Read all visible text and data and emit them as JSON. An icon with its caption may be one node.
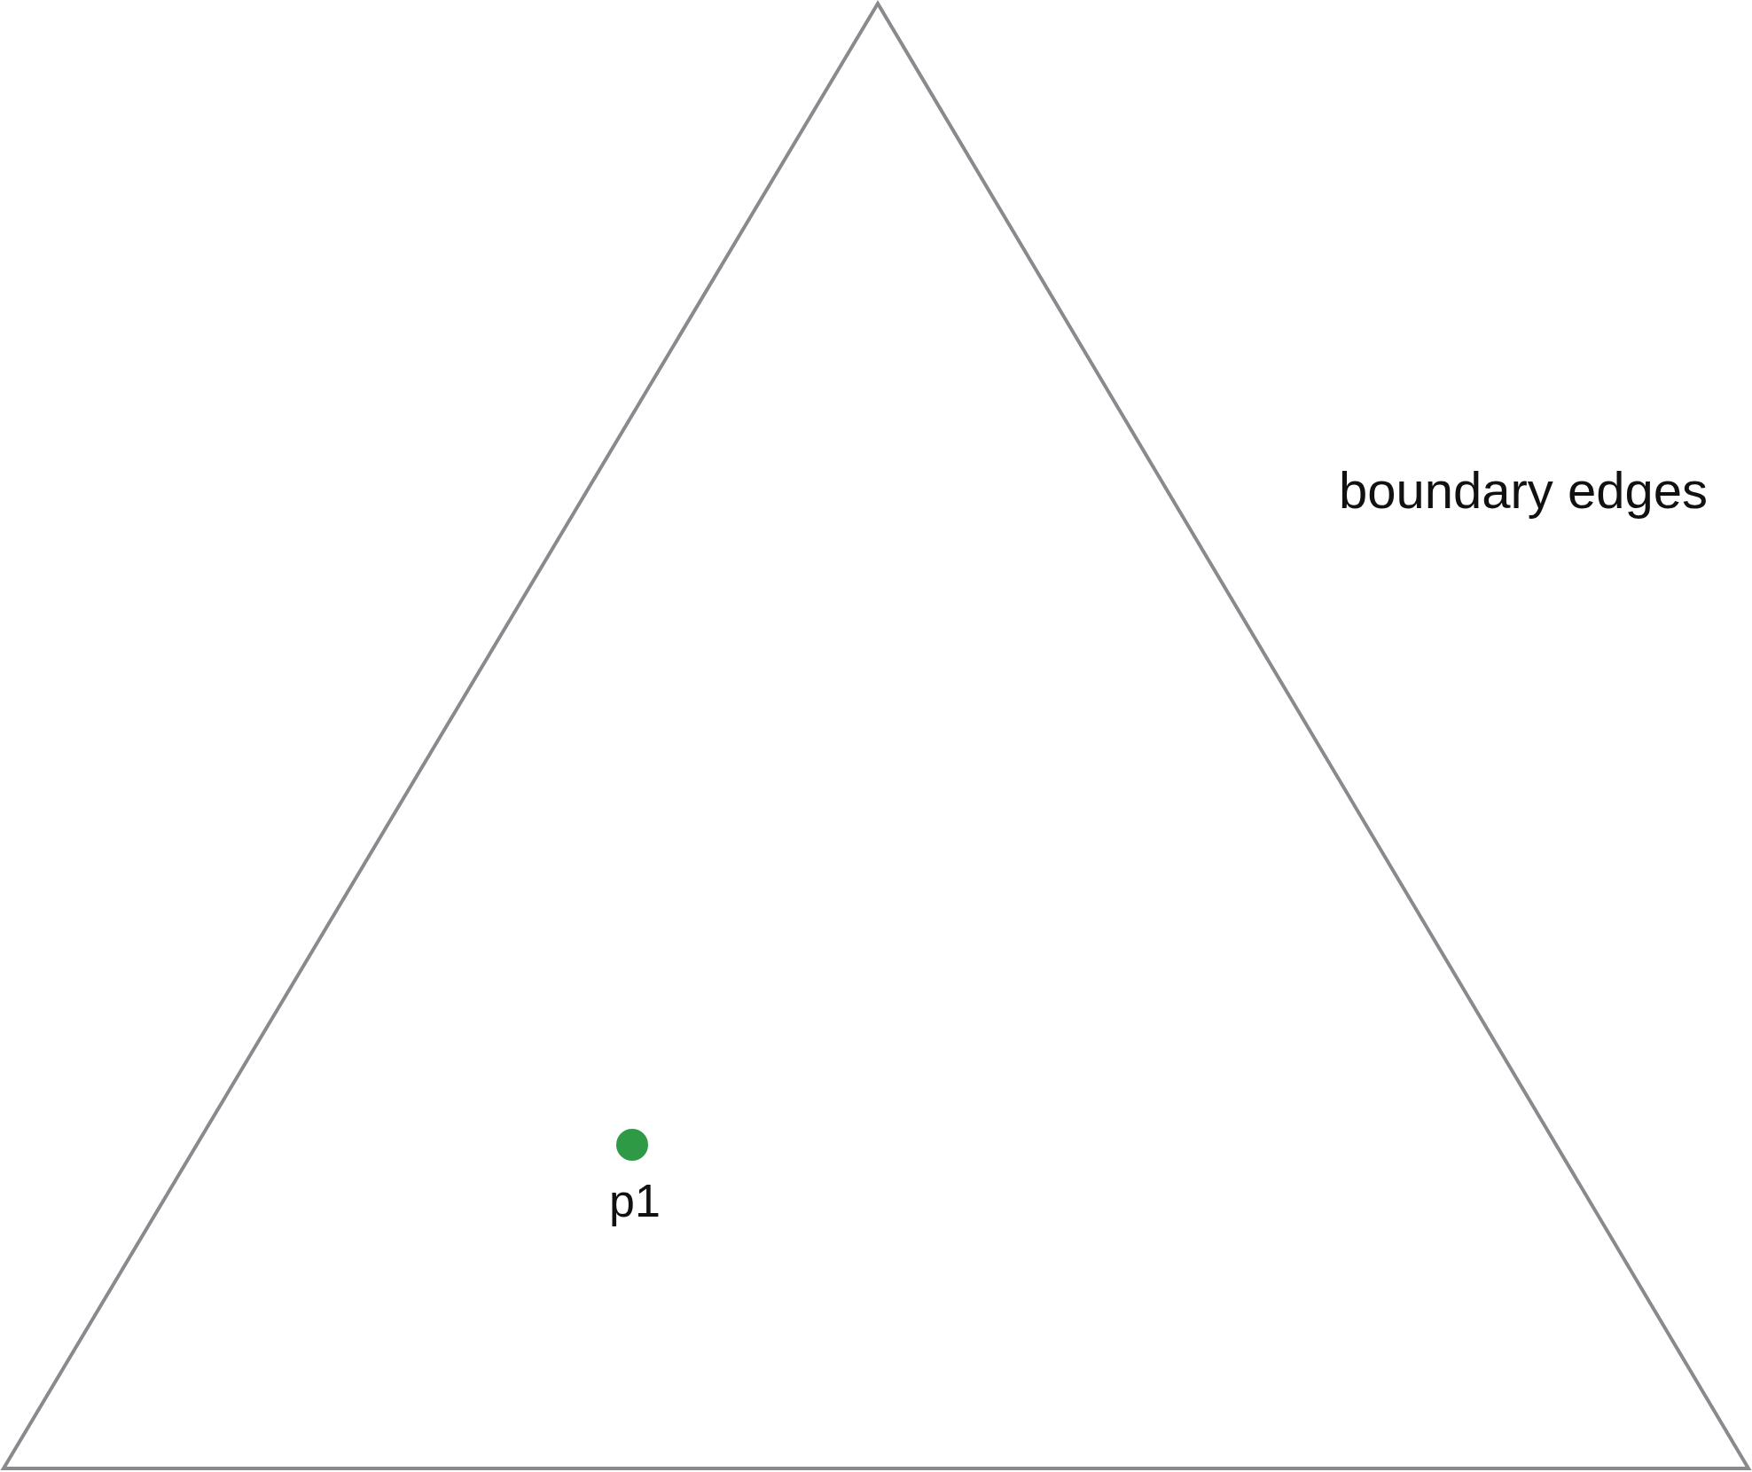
{
  "diagram": {
    "nodes": [
      {
        "text": [],
        "shape": "triangle"
      },
      {
        "text": [],
        "shape": "circle",
        "beside": [
          "p1"
        ],
        "in": 0
      }
    ],
    "labels": [
      "boundary edges"
    ]
  }
}
